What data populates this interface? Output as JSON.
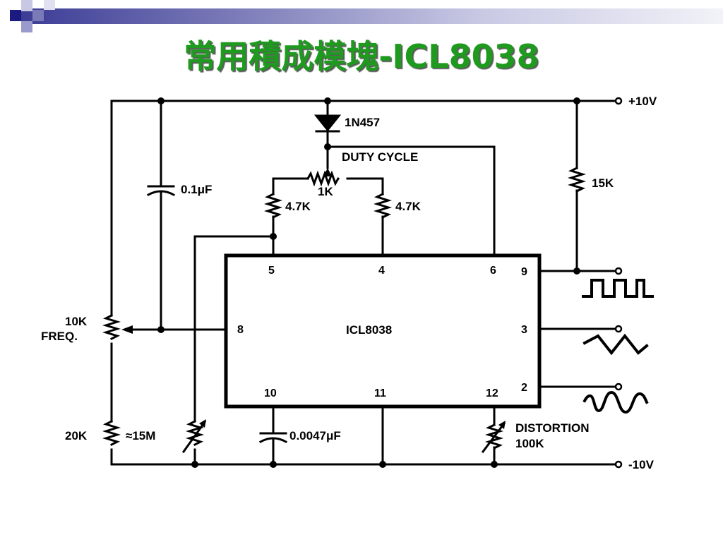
{
  "slide": {
    "title": "常用積成模塊-ICL8038",
    "accent_color": "#1e9a1e",
    "bar_color": "#3c3c96"
  },
  "diagram": {
    "chip_name": "ICL8038",
    "pins": {
      "p5": "5",
      "p4": "4",
      "p6": "6",
      "p9": "9",
      "p8": "8",
      "p3": "3",
      "p2": "2",
      "p10": "10",
      "p11": "11",
      "p12": "12"
    },
    "labels": {
      "vpos": "+10V",
      "vneg": "-10V",
      "diode": "1N457",
      "duty": "DUTY CYCLE",
      "pot1k": "1K",
      "r47_left": "4.7K",
      "r47_right": "4.7K",
      "r15k": "15K",
      "cap01": "0.1μF",
      "freq_val": "10K",
      "freq_name": "FREQ.",
      "r20k": "20K",
      "r15m": "≈15M",
      "cap0047": "0.0047μF",
      "dist_name": "DISTORTION",
      "dist_val": "100K"
    }
  }
}
